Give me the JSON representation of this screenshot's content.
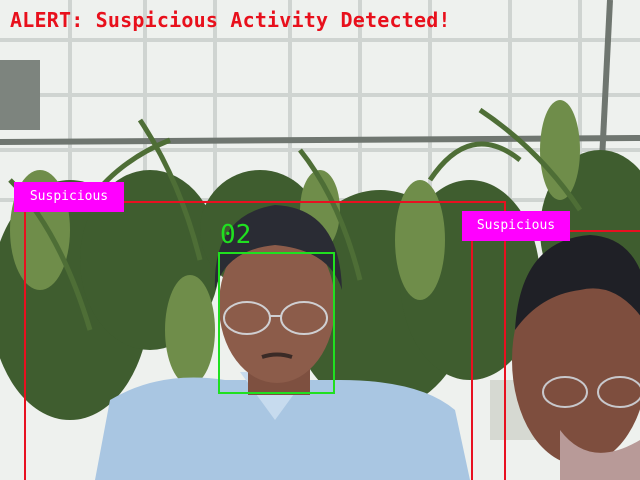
{
  "alert": {
    "text": "ALERT: Suspicious Activity Detected!",
    "color": "#e8101c"
  },
  "detections": {
    "label_bg_color": "#ff00ff",
    "label_text_color": "#ffffff",
    "box_color": "#e81020",
    "items": [
      {
        "label": "Suspicious"
      },
      {
        "label": "Suspicious"
      }
    ]
  },
  "face": {
    "id": "02",
    "color": "#20e020"
  },
  "scene": {
    "sky_color": "#f4f6f2",
    "frame_color": "#e8ebe8",
    "foliage_color": "#3c5a2c",
    "shirt_color": "#a6c4e0",
    "skin_color": "#8a5a48"
  }
}
